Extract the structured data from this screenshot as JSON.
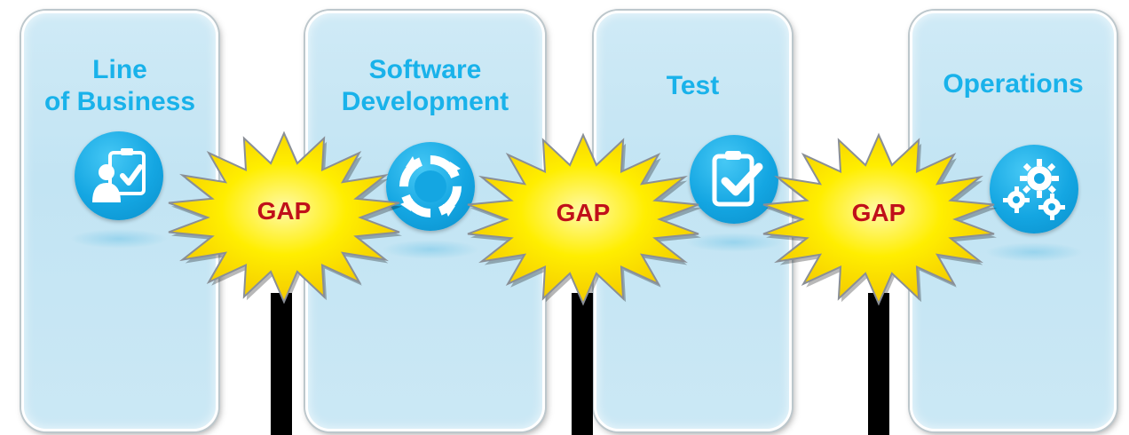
{
  "stages": [
    {
      "title_lines": [
        "Line",
        "of Business"
      ],
      "icon": "clipboard-person-icon"
    },
    {
      "title_lines": [
        "Software",
        "Development"
      ],
      "icon": "cycle-arrows-icon"
    },
    {
      "title_lines": [
        "Test"
      ],
      "icon": "clipboard-check-icon"
    },
    {
      "title_lines": [
        "Operations"
      ],
      "icon": "gears-icon"
    }
  ],
  "gaps": [
    {
      "label": "GAP"
    },
    {
      "label": "GAP"
    },
    {
      "label": "GAP"
    }
  ],
  "colors": {
    "panel": "#c2e4f3",
    "title": "#19b2ea",
    "icon": "#14a6e2",
    "burst_fill": "#ffee00",
    "gap_text": "#c0101a"
  }
}
